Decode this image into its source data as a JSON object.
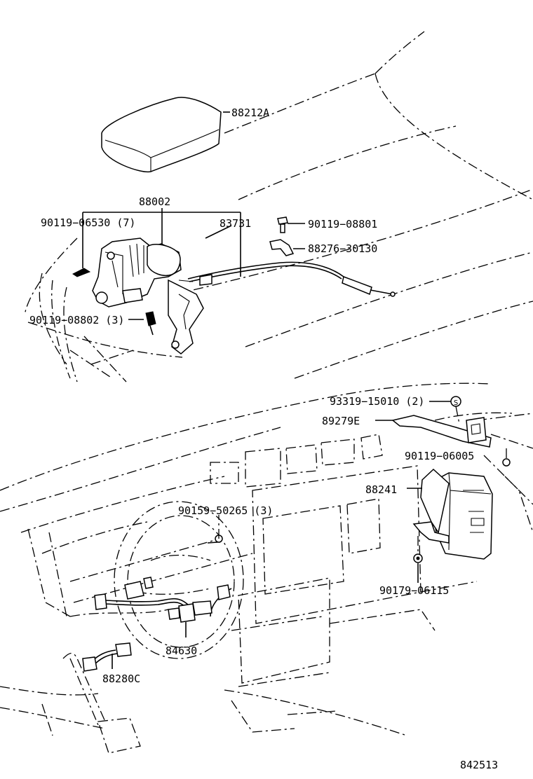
{
  "diagram_id": "842513",
  "parts": {
    "p88212A": "88212A",
    "p88002": "88002",
    "p90119_06530": "90119−06530 (7)",
    "p83731": "83731",
    "p90119_08801": "90119−08801",
    "p88276_30130": "88276−30130",
    "p90119_08802": "90119−08802 (3)",
    "p93319_15010": "93319−15010 (2)",
    "p89279E": "89279E",
    "p90119_06005": "90119−06005",
    "p88241": "88241",
    "p90159_50265": "90159−50265 (3)",
    "p90179_06115": "90179−06115",
    "p84630": "84630",
    "p88280C": "88280C"
  }
}
